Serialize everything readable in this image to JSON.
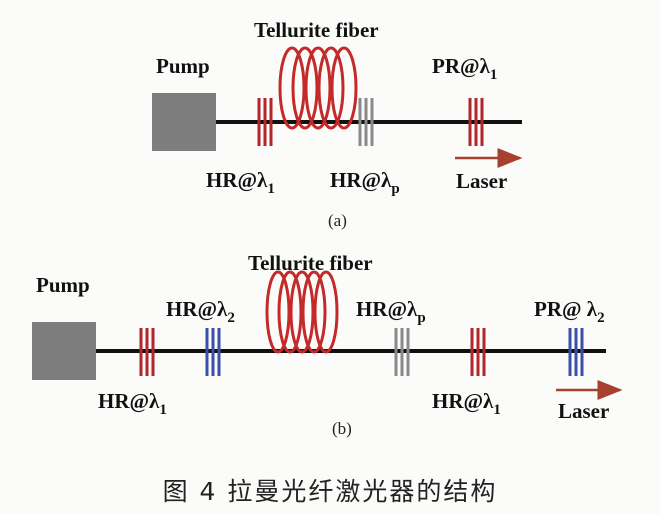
{
  "diagram_a": {
    "pump": "Pump",
    "fiber": "Tellurite fiber",
    "hr1": [
      "HR@λ",
      "1"
    ],
    "hrp": [
      "HR@λ",
      "p"
    ],
    "pr1": [
      "PR@λ",
      "1"
    ],
    "laser": "Laser",
    "sublabel": "(a)"
  },
  "diagram_b": {
    "pump": "Pump",
    "fiber": "Tellurite fiber",
    "hr2": [
      "HR@λ",
      "2"
    ],
    "hrp": [
      "HR@λ",
      "p"
    ],
    "pr2": [
      "PR@ λ",
      "2"
    ],
    "hr1_left": [
      "HR@λ",
      "1"
    ],
    "hr1_right": [
      "HR@λ",
      "1"
    ],
    "laser": "Laser",
    "sublabel": "(b)"
  },
  "caption": "图 4  拉曼光纤激光器的结构",
  "colors": {
    "fiber_coil": "#c42a2a",
    "grating_red": "#b3262c",
    "grating_gray": "#8a8a8a",
    "grating_blue": "#3a4fa8",
    "laser_arrow": "#a8402f",
    "pump_box": "#7d7d7d",
    "line": "#111111"
  }
}
